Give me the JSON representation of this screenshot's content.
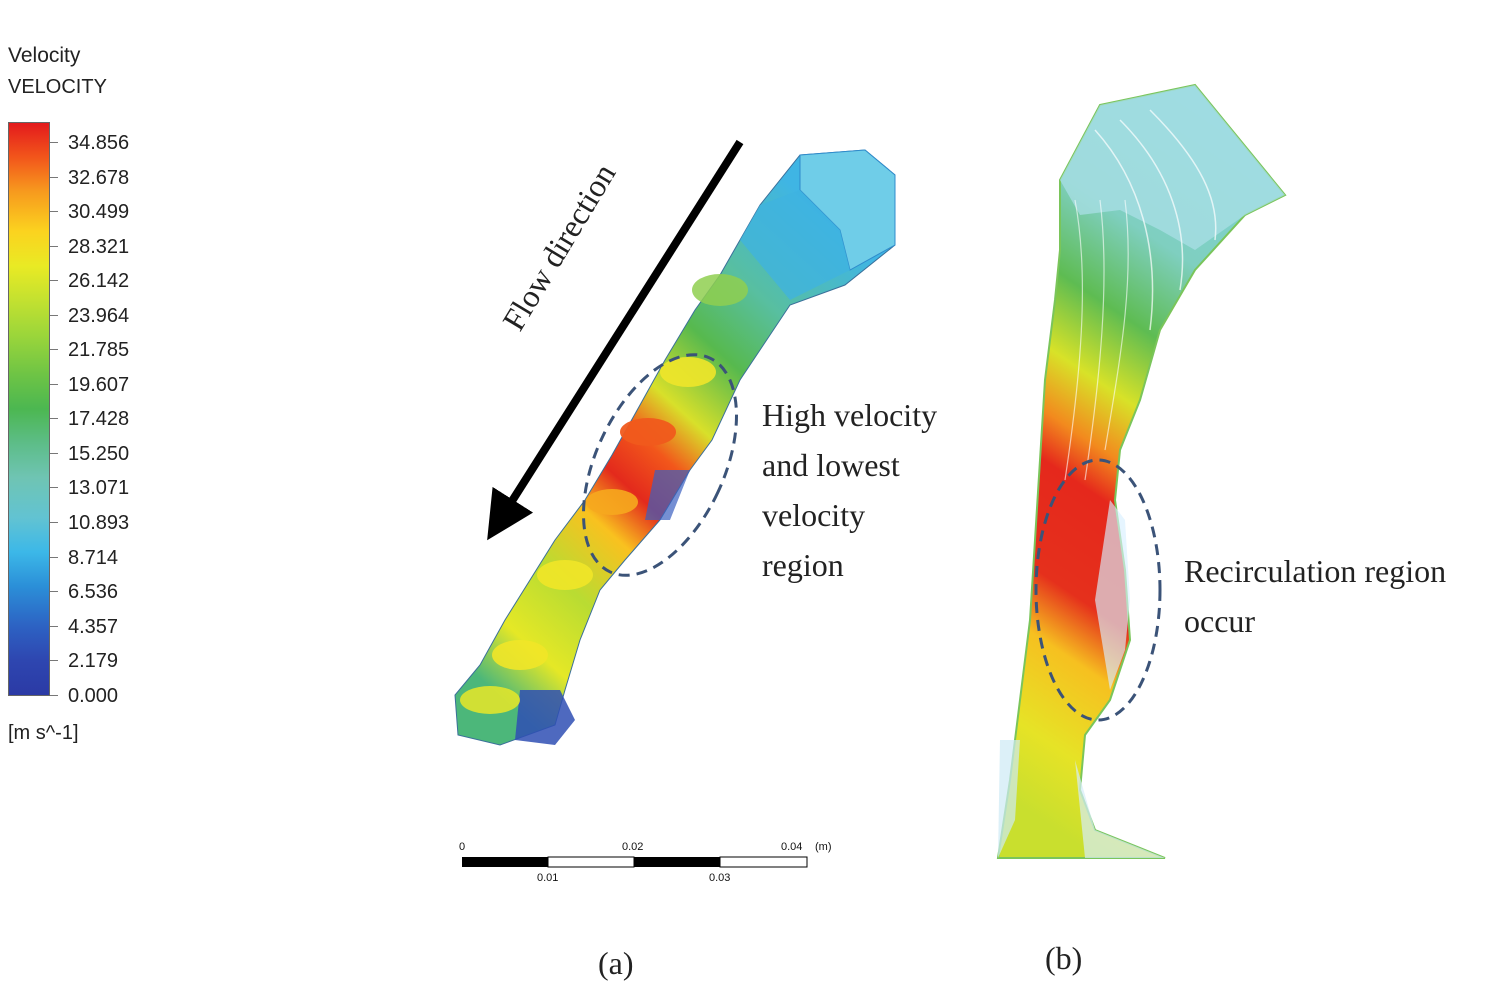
{
  "legend": {
    "title": "Velocity",
    "subtitle": "VELOCITY",
    "ticks": [
      "34.856",
      "32.678",
      "30.499",
      "28.321",
      "26.142",
      "23.964",
      "21.785",
      "19.607",
      "17.428",
      "15.250",
      "13.071",
      "10.893",
      "8.714",
      "6.536",
      "4.357",
      "2.179",
      "0.000"
    ],
    "unit": "[m s^-1]",
    "colors": {
      "max": "#e31a1c",
      "high": "#f79a1e",
      "mid_high": "#fbd31f",
      "mid": "#4cb751",
      "low": "#3cb8e8",
      "min": "#2b3aa5"
    }
  },
  "panel_a": {
    "flow_label": "Flow direction",
    "annotation": [
      "High velocity",
      "and lowest",
      "velocity",
      "region"
    ],
    "scale_bar": {
      "top_labels": [
        "0",
        "0.02",
        "0.04"
      ],
      "bottom_labels": [
        "0.01",
        "0.03"
      ],
      "unit": "(m)"
    },
    "caption": "(a)"
  },
  "panel_b": {
    "annotation": [
      "Recirculation region",
      "occur"
    ],
    "caption": "(b)"
  }
}
